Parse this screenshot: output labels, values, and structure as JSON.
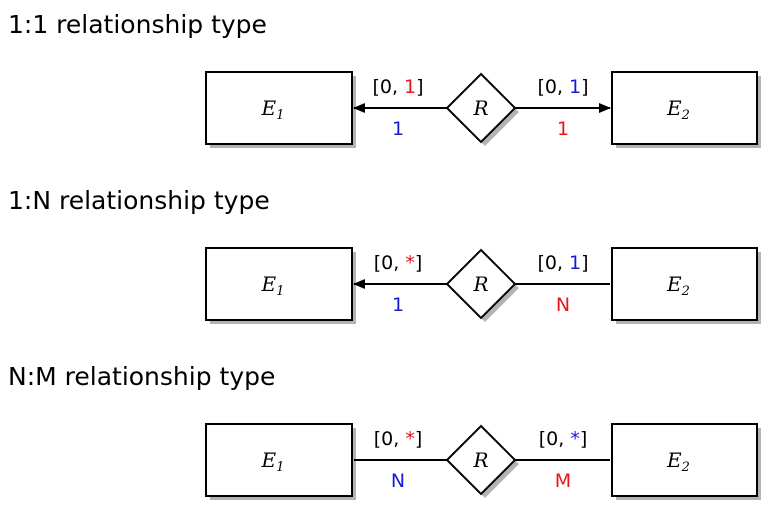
{
  "colors": {
    "red": "#e8141e",
    "blue": "#1a1ad6",
    "black": "#000000"
  },
  "sections": [
    {
      "heading": "1:1 relationship type",
      "left_entity": {
        "base": "E",
        "sub": "1"
      },
      "right_entity": {
        "base": "E",
        "sub": "2"
      },
      "relationship": "R",
      "left_label": {
        "open": "[0, ",
        "value": "1",
        "value_color": "red",
        "close": "]"
      },
      "right_label": {
        "open": "[0, ",
        "value": "1",
        "value_color": "blue",
        "close": "]"
      },
      "left_card": {
        "text": "1",
        "color": "blue"
      },
      "right_card": {
        "text": "1",
        "color": "red"
      },
      "left_arrow": true,
      "right_arrow": true
    },
    {
      "heading": "1:N relationship type",
      "left_entity": {
        "base": "E",
        "sub": "1"
      },
      "right_entity": {
        "base": "E",
        "sub": "2"
      },
      "relationship": "R",
      "left_label": {
        "open": "[0, ",
        "value": "*",
        "value_color": "red",
        "close": "]"
      },
      "right_label": {
        "open": "[0, ",
        "value": "1",
        "value_color": "blue",
        "close": "]"
      },
      "left_card": {
        "text": "1",
        "color": "blue"
      },
      "right_card": {
        "text": "N",
        "color": "red"
      },
      "left_arrow": true,
      "right_arrow": false
    },
    {
      "heading": "N:M relationship type",
      "left_entity": {
        "base": "E",
        "sub": "1"
      },
      "right_entity": {
        "base": "E",
        "sub": "2"
      },
      "relationship": "R",
      "left_label": {
        "open": "[0, ",
        "value": "*",
        "value_color": "red",
        "close": "]"
      },
      "right_label": {
        "open": "[0, ",
        "value": "*",
        "value_color": "blue",
        "close": "]"
      },
      "left_card": {
        "text": "N",
        "color": "blue"
      },
      "right_card": {
        "text": "M",
        "color": "red"
      },
      "left_arrow": false,
      "right_arrow": false
    }
  ]
}
